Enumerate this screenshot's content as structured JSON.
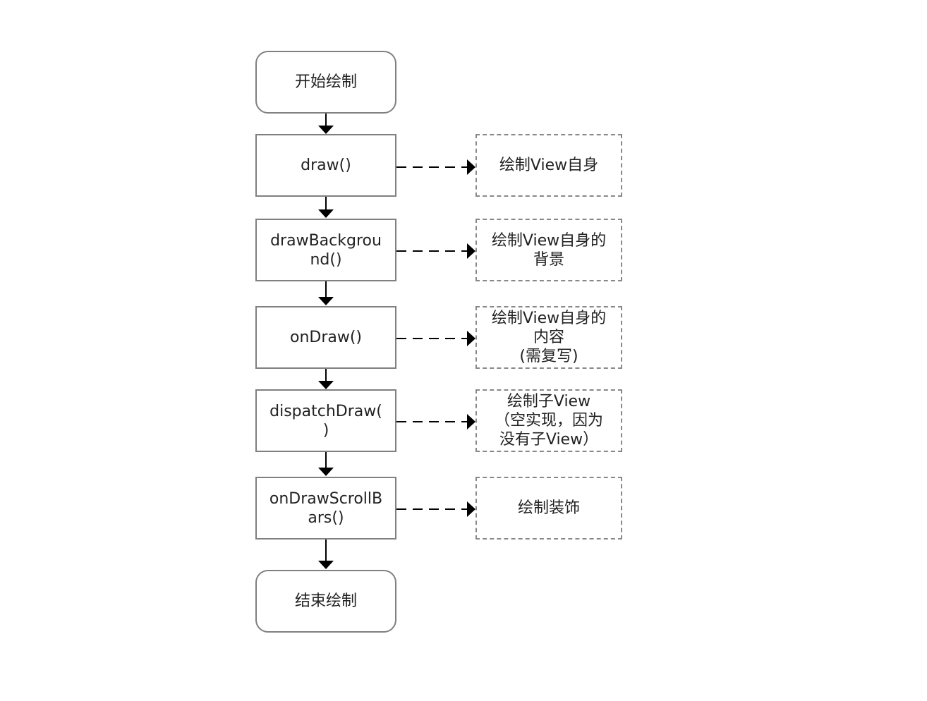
{
  "diagram": {
    "type": "flowchart",
    "nodes": [
      {
        "id": "start",
        "shape": "terminal",
        "label": "开始绘制"
      },
      {
        "id": "draw",
        "shape": "process",
        "label": "draw()"
      },
      {
        "id": "drawBackground",
        "shape": "process",
        "label": "drawBackgrou\nnd()"
      },
      {
        "id": "onDraw",
        "shape": "process",
        "label": "onDraw()"
      },
      {
        "id": "dispatchDraw",
        "shape": "process",
        "label": "dispatchDraw(\n)"
      },
      {
        "id": "onDrawScrollBars",
        "shape": "process",
        "label": "onDrawScrollB\nars()"
      },
      {
        "id": "end",
        "shape": "terminal",
        "label": "结束绘制"
      }
    ],
    "notes": [
      {
        "for": "draw",
        "label": "绘制View自身"
      },
      {
        "for": "drawBackground",
        "label": "绘制View自身的\n背景"
      },
      {
        "for": "onDraw",
        "label": "绘制View自身的\n内容\n(需复写)"
      },
      {
        "for": "dispatchDraw",
        "label": "绘制子View\n（空实现，因为\n没有子View）"
      },
      {
        "for": "onDrawScrollBars",
        "label": "绘制装饰"
      }
    ],
    "edges": [
      {
        "from": "start",
        "to": "draw",
        "style": "solid"
      },
      {
        "from": "draw",
        "to": "drawBackground",
        "style": "solid"
      },
      {
        "from": "drawBackground",
        "to": "onDraw",
        "style": "solid"
      },
      {
        "from": "onDraw",
        "to": "dispatchDraw",
        "style": "solid"
      },
      {
        "from": "dispatchDraw",
        "to": "onDrawScrollBars",
        "style": "solid"
      },
      {
        "from": "onDrawScrollBars",
        "to": "end",
        "style": "solid"
      },
      {
        "from": "draw",
        "to": "note-0",
        "style": "dashed"
      },
      {
        "from": "drawBackground",
        "to": "note-1",
        "style": "dashed"
      },
      {
        "from": "onDraw",
        "to": "note-2",
        "style": "dashed"
      },
      {
        "from": "dispatchDraw",
        "to": "note-3",
        "style": "dashed"
      },
      {
        "from": "onDrawScrollBars",
        "to": "note-4",
        "style": "dashed"
      }
    ]
  }
}
